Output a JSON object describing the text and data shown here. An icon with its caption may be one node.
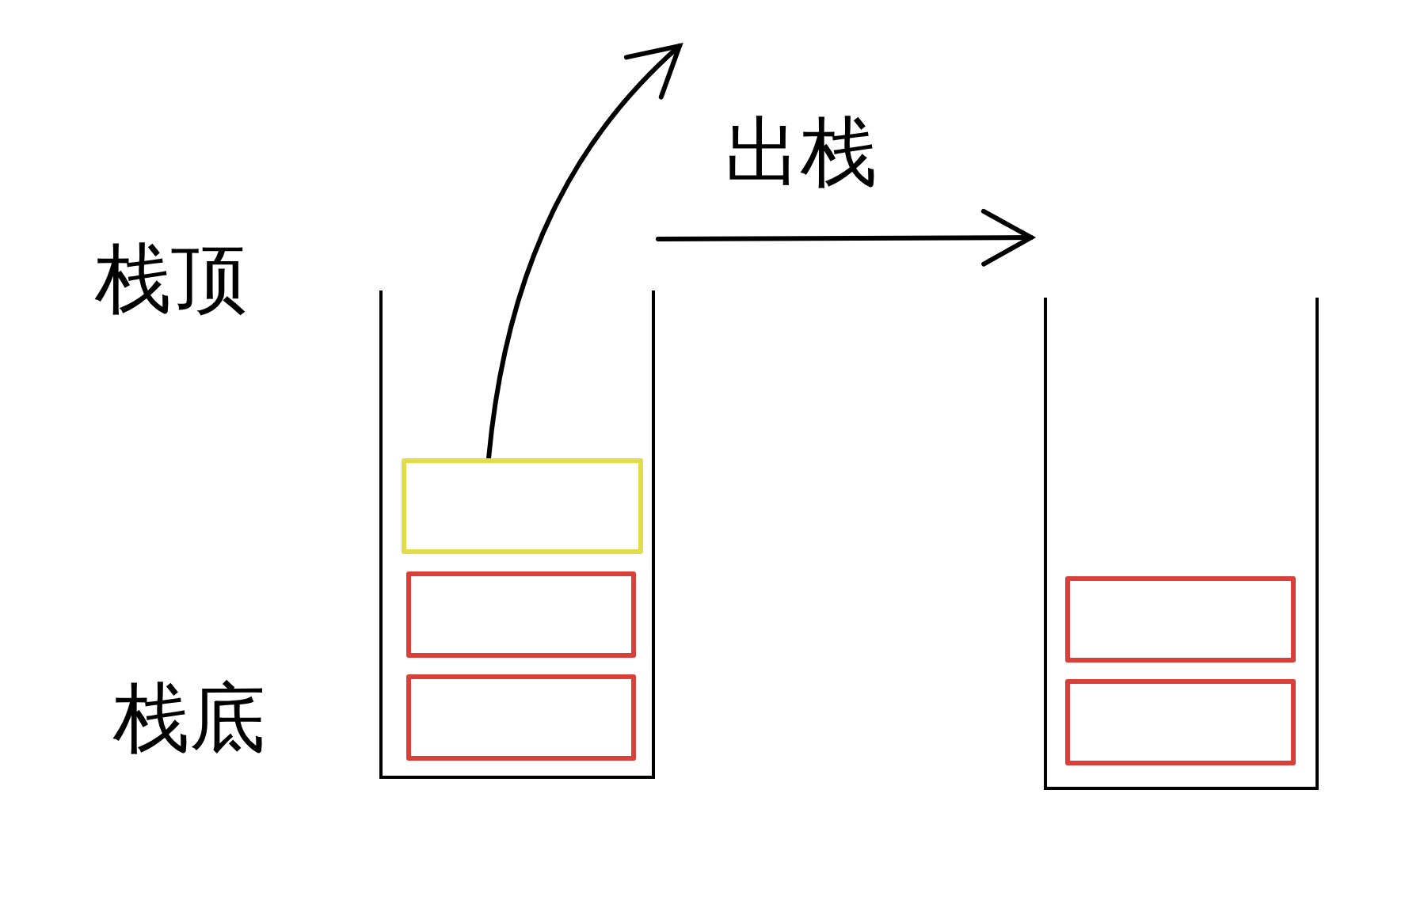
{
  "diagram": {
    "nodes": [
      {
        "text": [],
        "shape": "container"
      },
      {
        "text": [],
        "shape": "box",
        "in": 0
      },
      {
        "text": [],
        "shape": "box",
        "in": 0
      },
      {
        "text": [],
        "shape": "box",
        "in": 0
      },
      {
        "text": [],
        "shape": "container"
      },
      {
        "text": [],
        "shape": "box",
        "in": 4
      },
      {
        "text": [],
        "shape": "box",
        "in": 4
      }
    ],
    "edges": [
      {
        "from": 1,
        "to": null,
        "arrow": "to"
      },
      {
        "from": 0,
        "to": 4,
        "arrow": "to",
        "label": "出栈"
      }
    ],
    "labels": [
      "栈顶",
      "栈底"
    ]
  }
}
